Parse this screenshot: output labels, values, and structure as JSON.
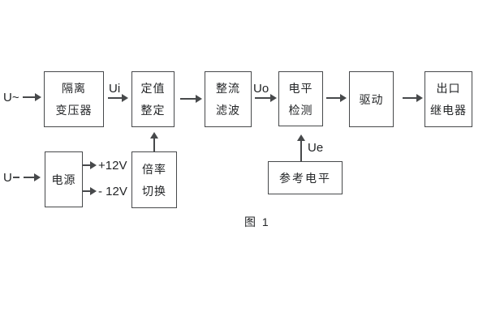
{
  "diagram": {
    "caption": "图 1",
    "signal_labels": {
      "input_ac": "U~",
      "ui": "Ui",
      "uo": "Uo",
      "input_dc": "U",
      "plus12": "+12V",
      "minus12": "- 12V",
      "ue": "Ue"
    },
    "blocks": {
      "isolation": {
        "line1": "隔离",
        "line2": "变压器"
      },
      "setting": {
        "line1": "定值",
        "line2": "整定"
      },
      "rectifier": {
        "line1": "整流",
        "line2": "滤波"
      },
      "level": {
        "line1": "电平",
        "line2": "检测"
      },
      "drive": {
        "label": "驱动"
      },
      "output_relay": {
        "line1": "出口",
        "line2": "继电器"
      },
      "power": {
        "label": "电源"
      },
      "ratio": {
        "line1": "倍率",
        "line2": "切换"
      },
      "reference": {
        "label": "参考电平"
      }
    },
    "colors": {
      "line": "#47494b",
      "text": "#232527",
      "background": "#ffffff"
    }
  }
}
